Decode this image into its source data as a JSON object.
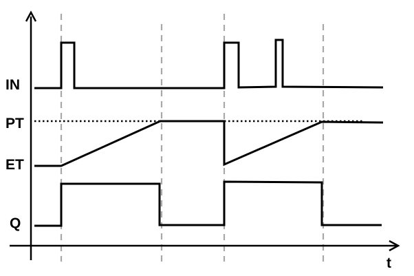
{
  "labels": {
    "in": "IN",
    "pt": "PT",
    "et": "ET",
    "q": "Q",
    "t": "t"
  }
}
